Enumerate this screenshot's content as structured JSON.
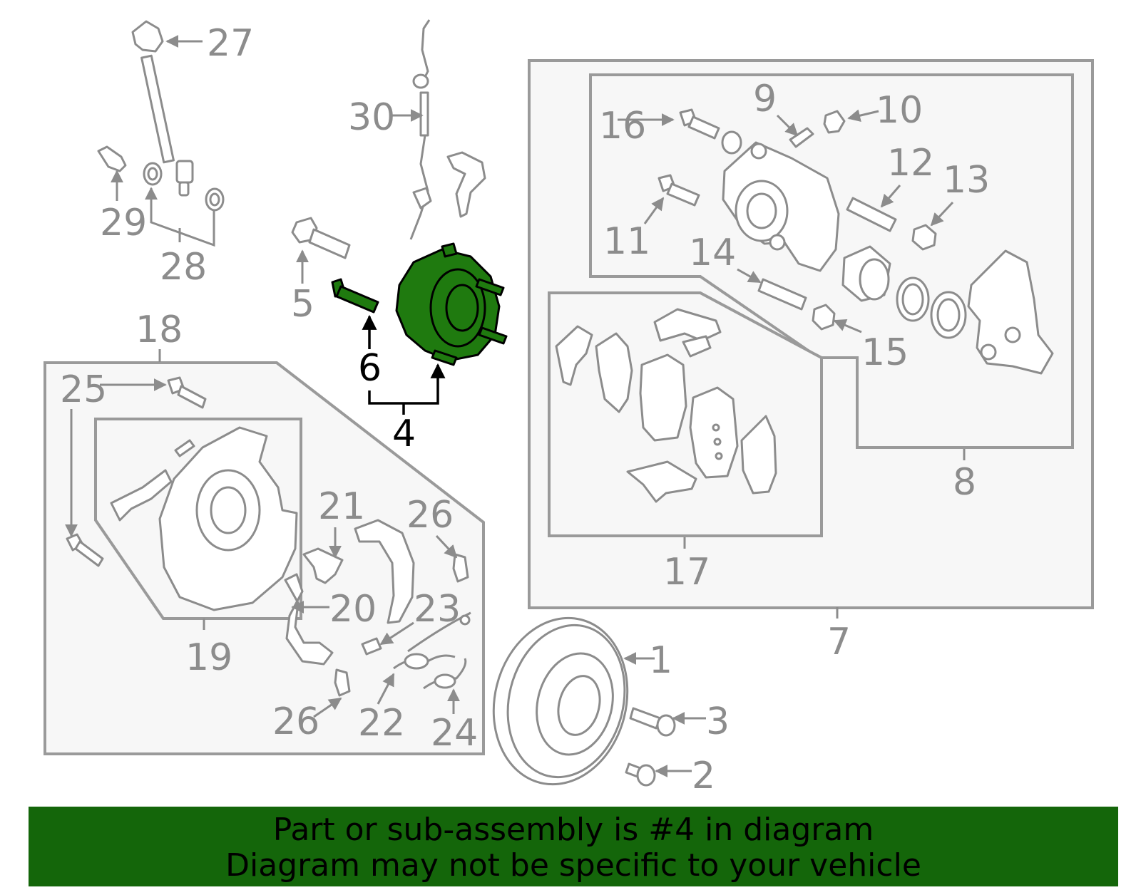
{
  "diagram": {
    "highlighted_part": "4",
    "highlight_color": "#1f7a0f",
    "banner_color": "#14660a",
    "labels": {
      "l1": "1",
      "l2": "2",
      "l3": "3",
      "l4": "4",
      "l5": "5",
      "l6": "6",
      "l7": "7",
      "l8": "8",
      "l9": "9",
      "l10": "10",
      "l11": "11",
      "l12": "12",
      "l13": "13",
      "l14": "14",
      "l15": "15",
      "l16": "16",
      "l17": "17",
      "l18": "18",
      "l19": "19",
      "l20": "20",
      "l21": "21",
      "l22": "22",
      "l23": "23",
      "l24": "24",
      "l25": "25",
      "l26a": "26",
      "l26b": "26",
      "l27": "27",
      "l28": "28",
      "l29": "29",
      "l30": "30"
    }
  },
  "banner": {
    "line1": "Part or sub-assembly is #4 in diagram",
    "line2": "Diagram may not be specific to your vehicle"
  }
}
